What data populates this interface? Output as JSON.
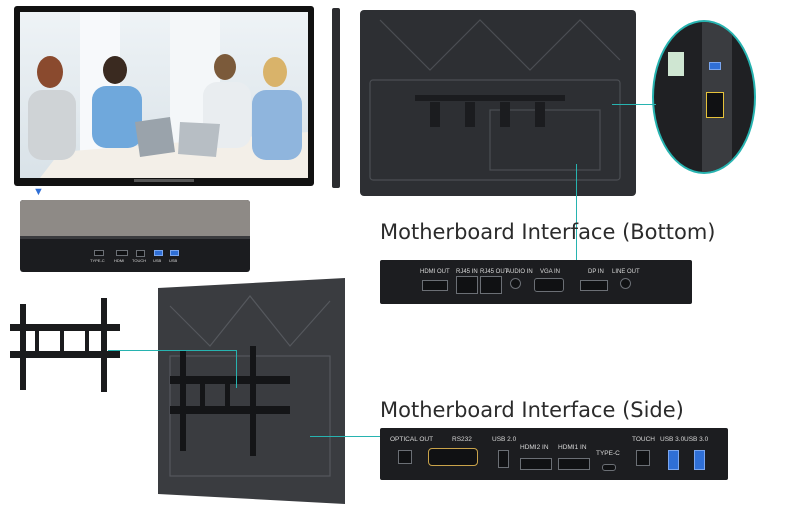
{
  "headings": {
    "bottom": "Motherboard Interface (Bottom)",
    "side": "Motherboard Interface (Side)"
  },
  "front_ports": [
    "TYPE-C",
    "HDMI",
    "TOUCH",
    "USB",
    "USB"
  ],
  "bottom_ports": [
    "HDMI OUT",
    "RJ45 IN",
    "RJ45 OUT",
    "AUDIO IN",
    "VGA IN",
    "DP IN",
    "LINE OUT"
  ],
  "side_ports": [
    "OPTICAL OUT",
    "RS232",
    "USB 2.0",
    "HDMI2 IN",
    "HDMI1 IN",
    "TYPE-C",
    "TOUCH",
    "USB 3.0",
    "USB 3.0"
  ],
  "colors": {
    "accent_line": "#27b3b0",
    "usb3": "#2f6fd6",
    "panel_back": "#2d2f33"
  }
}
